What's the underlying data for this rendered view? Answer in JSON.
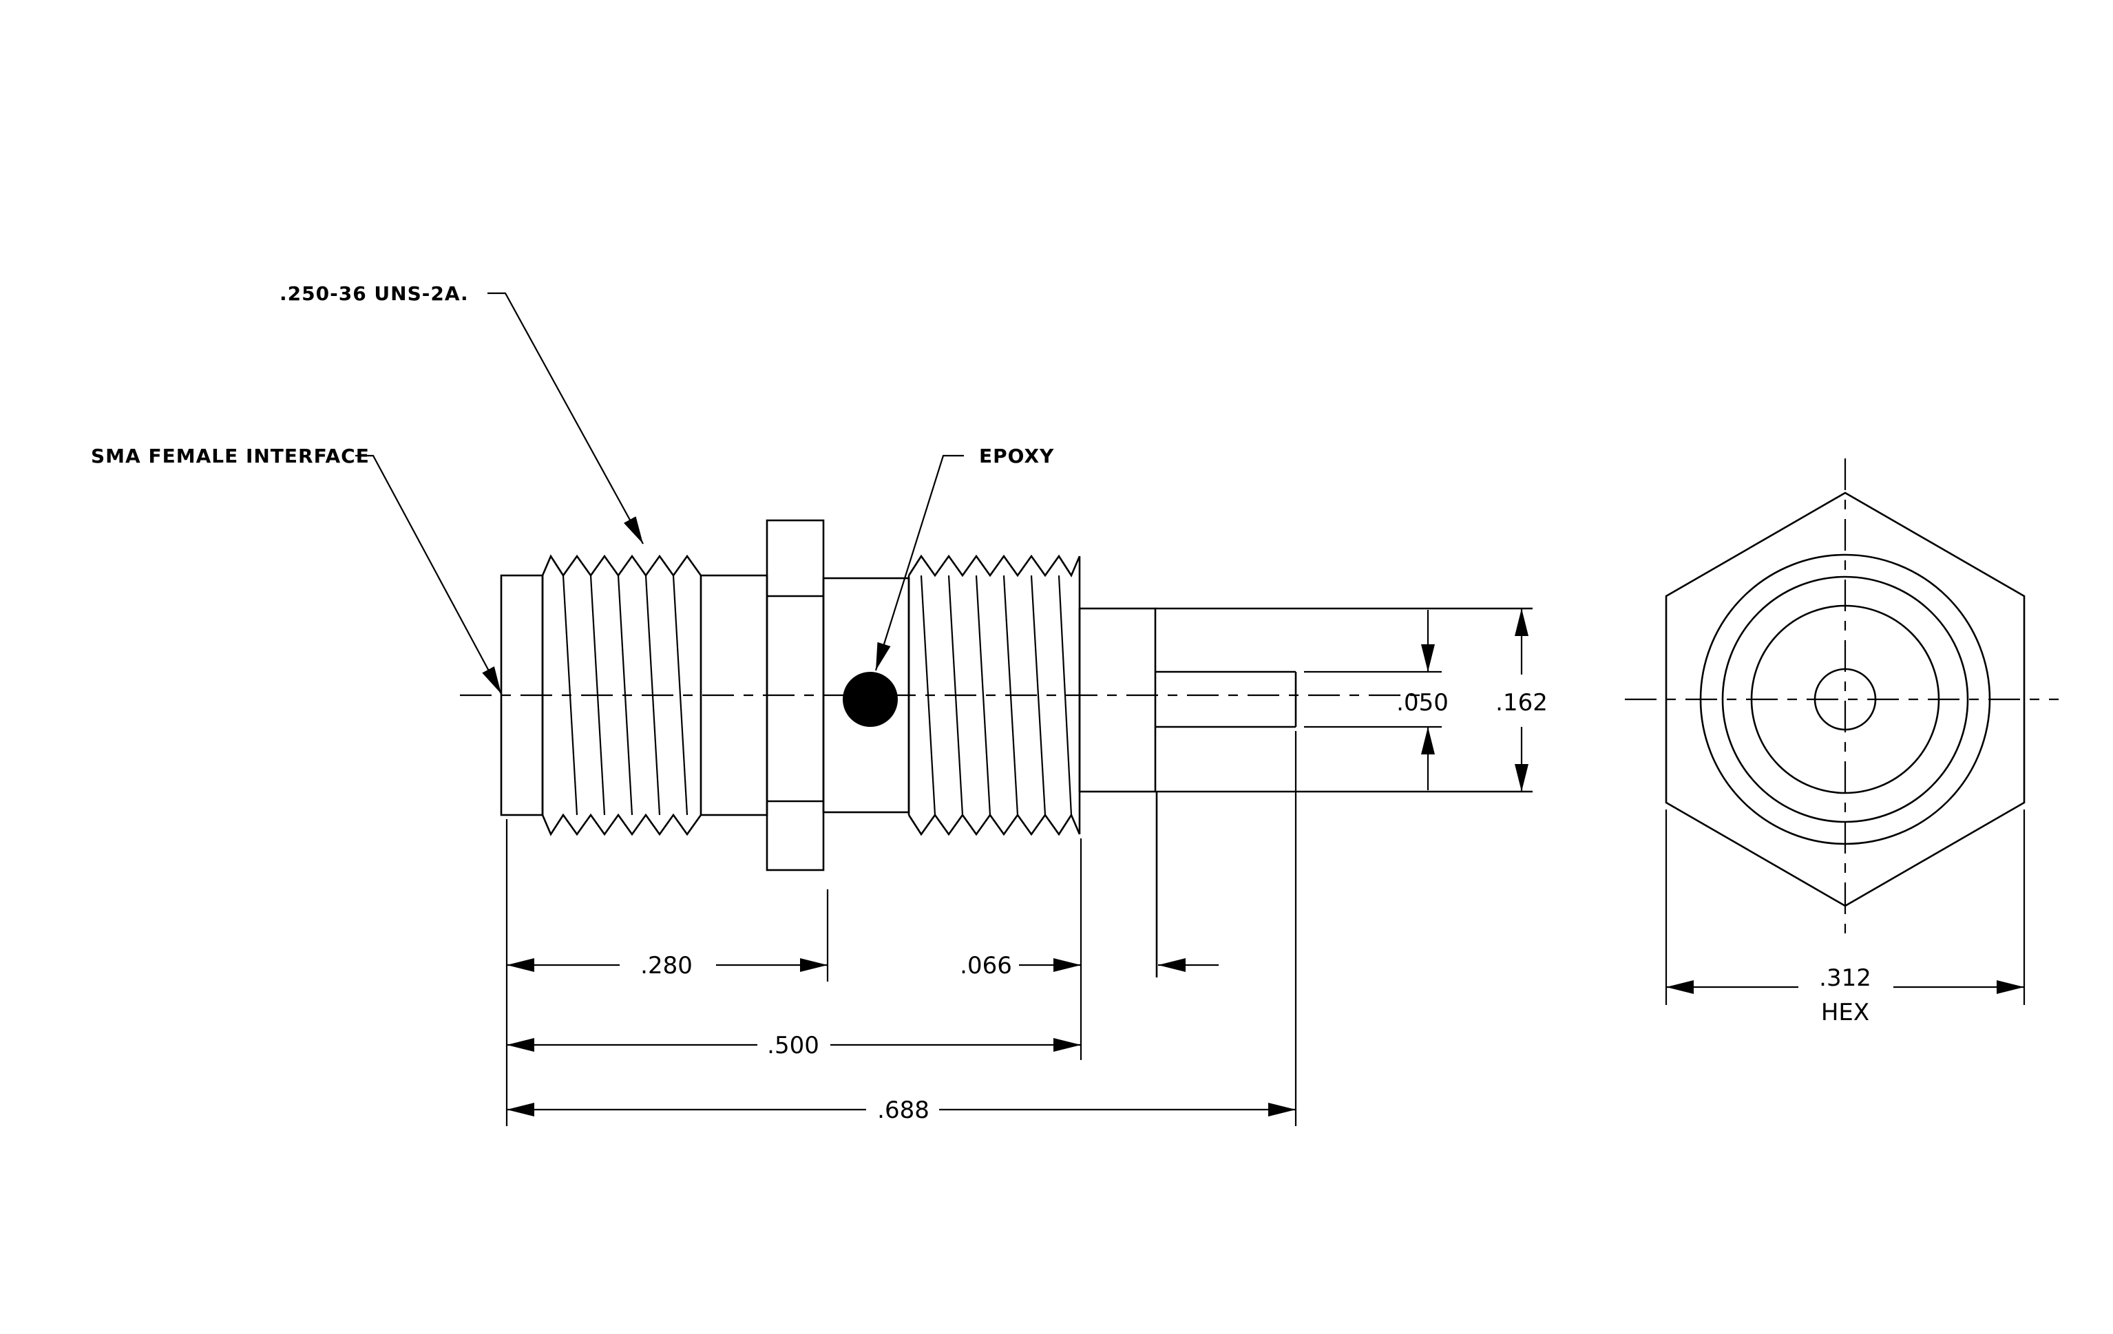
{
  "callouts": {
    "thread": ".250-36 UNS-2A.",
    "interface": "SMA FEMALE INTERFACE",
    "epoxy": "EPOXY"
  },
  "dimensions": {
    "pin_dia": ".050",
    "body_dia": ".162",
    "len_280": ".280",
    "len_066": ".066",
    "len_500": ".500",
    "len_688": ".688",
    "hex_size": ".312",
    "hex_label": "HEX"
  }
}
